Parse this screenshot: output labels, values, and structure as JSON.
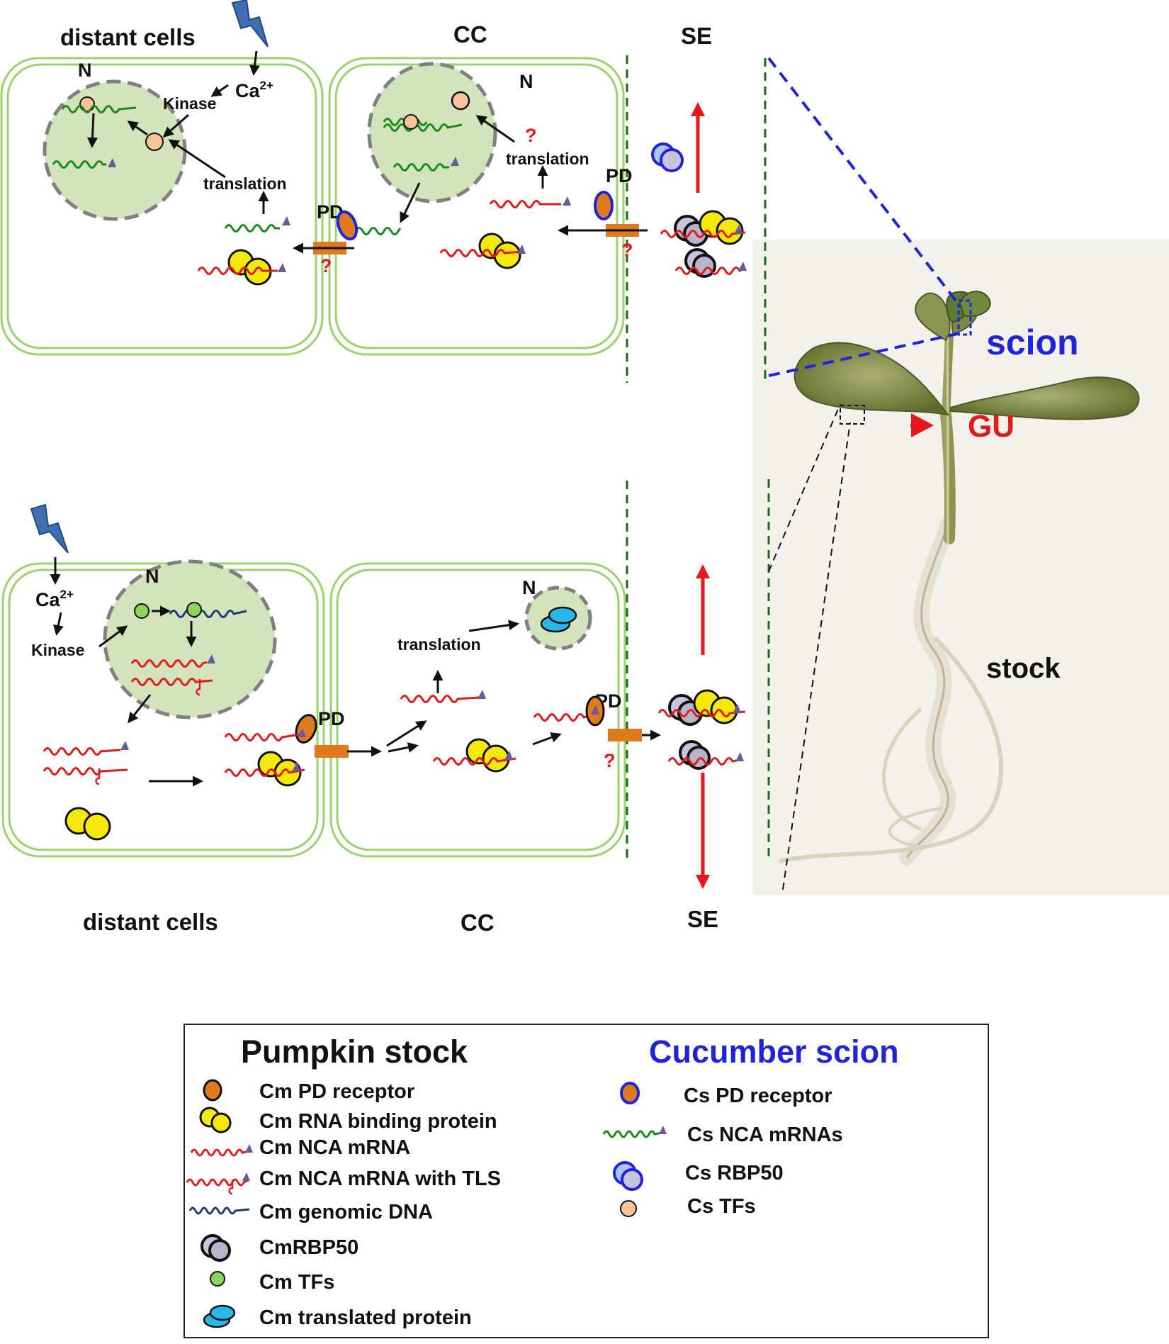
{
  "colors": {
    "cell_wall": "#9ad36b",
    "nucleus_fill": "#d3e4bd",
    "cs_mrna": "#1a8a1a",
    "cm_mrna": "#e31a1c",
    "cm_dna": "#1f3a7a",
    "pd_channel": "#e07a1f",
    "rbp_yellow": "#f5e90a",
    "red_arrow": "#e31a1c",
    "scion_blue": "#1f24d6",
    "cs_tf": "#f6c39a",
    "cm_tf": "#8cd45a",
    "protein_cyan": "#29b6e8"
  },
  "top_panel": {
    "distant_cells": "distant cells",
    "cc": "CC",
    "se": "SE",
    "nucleus_1": "N",
    "nucleus_2": "N",
    "ca": "Ca",
    "ca_sup": "2+",
    "kinase": "Kinase",
    "translation_1": "translation",
    "translation_2": "translation",
    "pd_1": "PD",
    "pd_2": "PD",
    "question": "?"
  },
  "bottom_panel": {
    "distant_cells": "distant cells",
    "cc": "CC",
    "se": "SE",
    "nucleus_1": "N",
    "nucleus_2": "N",
    "ca": "Ca",
    "ca_sup": "2+",
    "kinase": "Kinase",
    "translation": "translation",
    "pd_1": "PD",
    "pd_2": "PD",
    "question": "?"
  },
  "photo": {
    "scion": "scion",
    "gu": "GU",
    "stock": "stock"
  },
  "legend": {
    "pumpkin_title": "Pumpkin stock",
    "cucumber_title": "Cucumber scion",
    "pumpkin_items": [
      {
        "label": "Cm PD receptor",
        "icon": "orange-oval-icon"
      },
      {
        "label": "Cm RNA binding protein",
        "icon": "yellow-double-circle-icon"
      },
      {
        "label": "Cm NCA mRNA",
        "icon": "red-wave-icon"
      },
      {
        "label": "Cm NCA mRNA with TLS",
        "icon": "red-wave-tls-icon"
      },
      {
        "label": "Cm genomic DNA",
        "icon": "navy-wave-icon"
      },
      {
        "label": "CmRBP50",
        "icon": "gray-double-circle-icon"
      },
      {
        "label": "Cm TFs",
        "icon": "green-circle-icon"
      },
      {
        "label": "Cm translated protein",
        "icon": "cyan-protein-icon"
      }
    ],
    "cucumber_items": [
      {
        "label": "Cs PD receptor",
        "icon": "blue-outlined-oval-icon"
      },
      {
        "label": "Cs NCA mRNAs",
        "icon": "green-wave-icon"
      },
      {
        "label": "Cs RBP50",
        "icon": "blue-double-circle-icon"
      },
      {
        "label": "Cs TFs",
        "icon": "peach-circle-icon"
      }
    ]
  }
}
